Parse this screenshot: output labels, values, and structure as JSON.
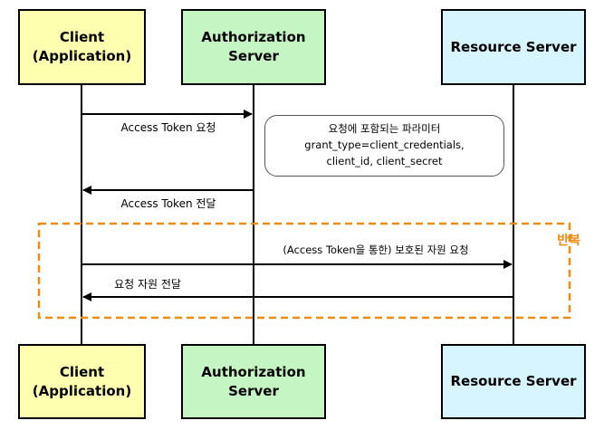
{
  "participants": {
    "client": "Client\n(Application)",
    "auth": "Authorization Server",
    "resource": "Resource Server"
  },
  "messages": {
    "m1": "Access Token 요청",
    "m2": "Access Token 전달",
    "m3": "(Access Token을 통한) 보호된 자원 요청",
    "m4": "요청 자원 전달"
  },
  "note": {
    "title": "요청에 포함되는 파라미터",
    "line1": "grant_type=client_credentials,",
    "line2": "client_id, client_secret"
  },
  "loop": {
    "label": "반복"
  },
  "colors": {
    "client": "#ffffb0",
    "auth": "#c4f5c2",
    "resource": "#d6f5ff",
    "loop": "#f08a10"
  }
}
